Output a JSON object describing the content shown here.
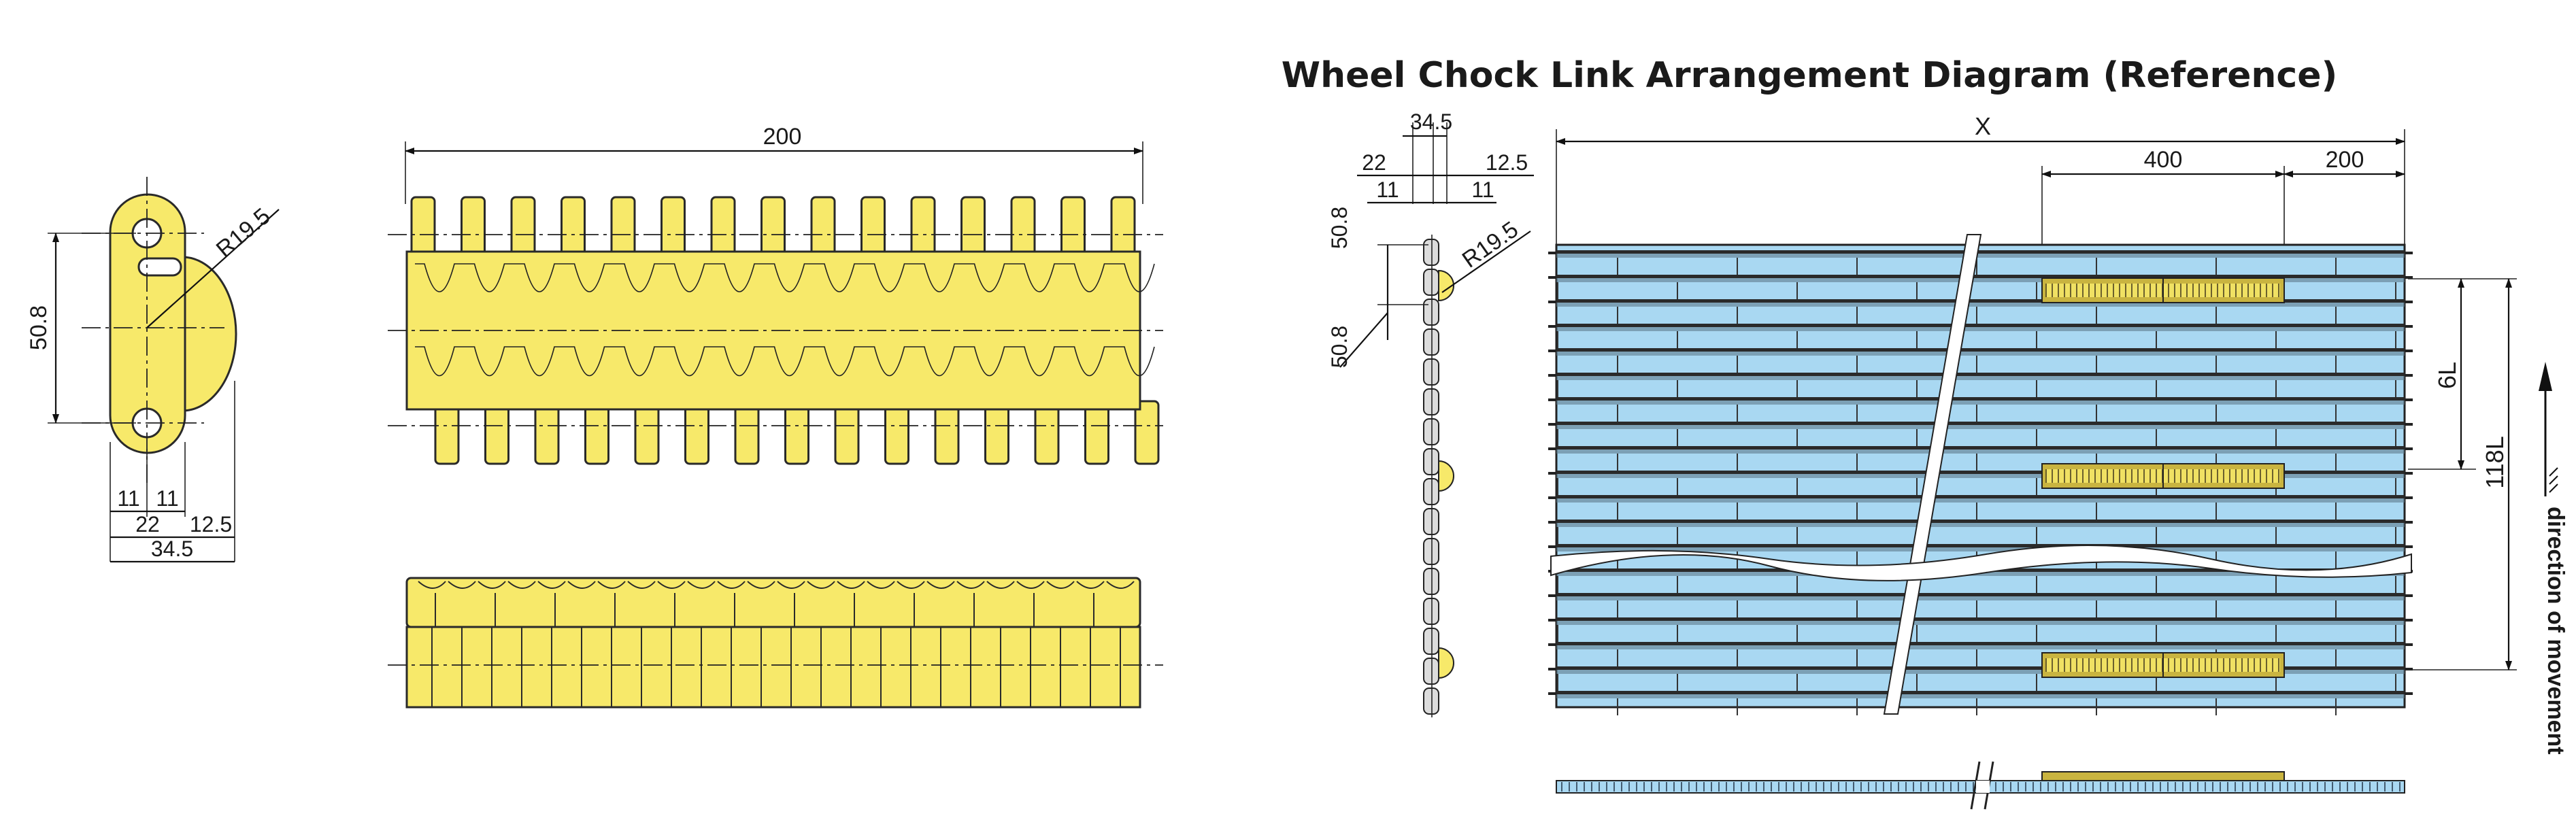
{
  "title": "Wheel Chock Link Arrangement Diagram (Reference)",
  "direction_label": "direction of movement",
  "colors": {
    "link_yellow": "#F7E96A",
    "belt_blue": "#A9D8F2",
    "chock_dark": "#C9B440",
    "line": "#1a1a1a"
  },
  "side_view_left": {
    "pitch": "50.8",
    "radius": "R19.5",
    "dims_bottom": {
      "a": "11",
      "b": "11",
      "c": "22",
      "d": "12.5",
      "total": "34.5"
    }
  },
  "top_view": {
    "width": "200"
  },
  "chain_side_view": {
    "total": "34.5",
    "left": "22",
    "right": "12.5",
    "left_half": "11",
    "right_half": "11",
    "pitch_top": "50.8",
    "pitch_bottom": "50.8",
    "radius": "R19.5"
  },
  "belt_view": {
    "width_label": "X",
    "span_a": "400",
    "span_b": "200",
    "rows_label": "6L",
    "total_label": "118L"
  }
}
